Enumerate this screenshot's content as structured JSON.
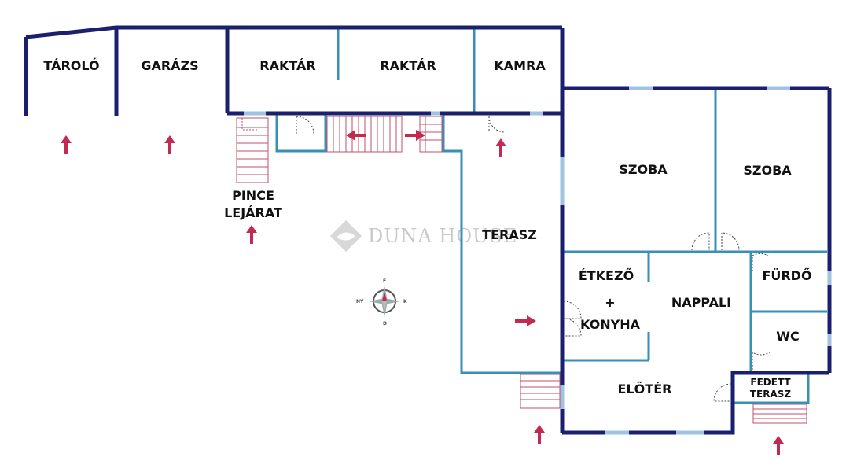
{
  "colors": {
    "outer_wall": "#1a1f6e",
    "inner_wall": "#3a8fb5",
    "window": "#9fc3e0",
    "stairs": "#c0506a",
    "arrow": "#c22a52"
  },
  "rooms": {
    "tarolo": "TÁROLÓ",
    "garazs": "GARÁZS",
    "raktar1": "RAKTÁR",
    "raktar2": "RAKTÁR",
    "kamra": "KAMRA",
    "szoba1": "SZOBA",
    "szoba2": "SZOBA",
    "pince1": "PINCE",
    "pince2": "LEJÁRAT",
    "terasz": "TERASZ",
    "etkezo": "ÉTKEZŐ",
    "plus": "+",
    "konyha": "KONYHA",
    "nappali": "NAPPALI",
    "furdo": "FÜRDŐ",
    "wc": "WC",
    "eloter": "ELŐTÉR",
    "fedett1": "FEDETT",
    "fedett2": "TERASZ"
  },
  "watermark": "DUNA HOUSE",
  "compass": {
    "north": "É",
    "south": "D",
    "east": "K",
    "west": "NY"
  }
}
